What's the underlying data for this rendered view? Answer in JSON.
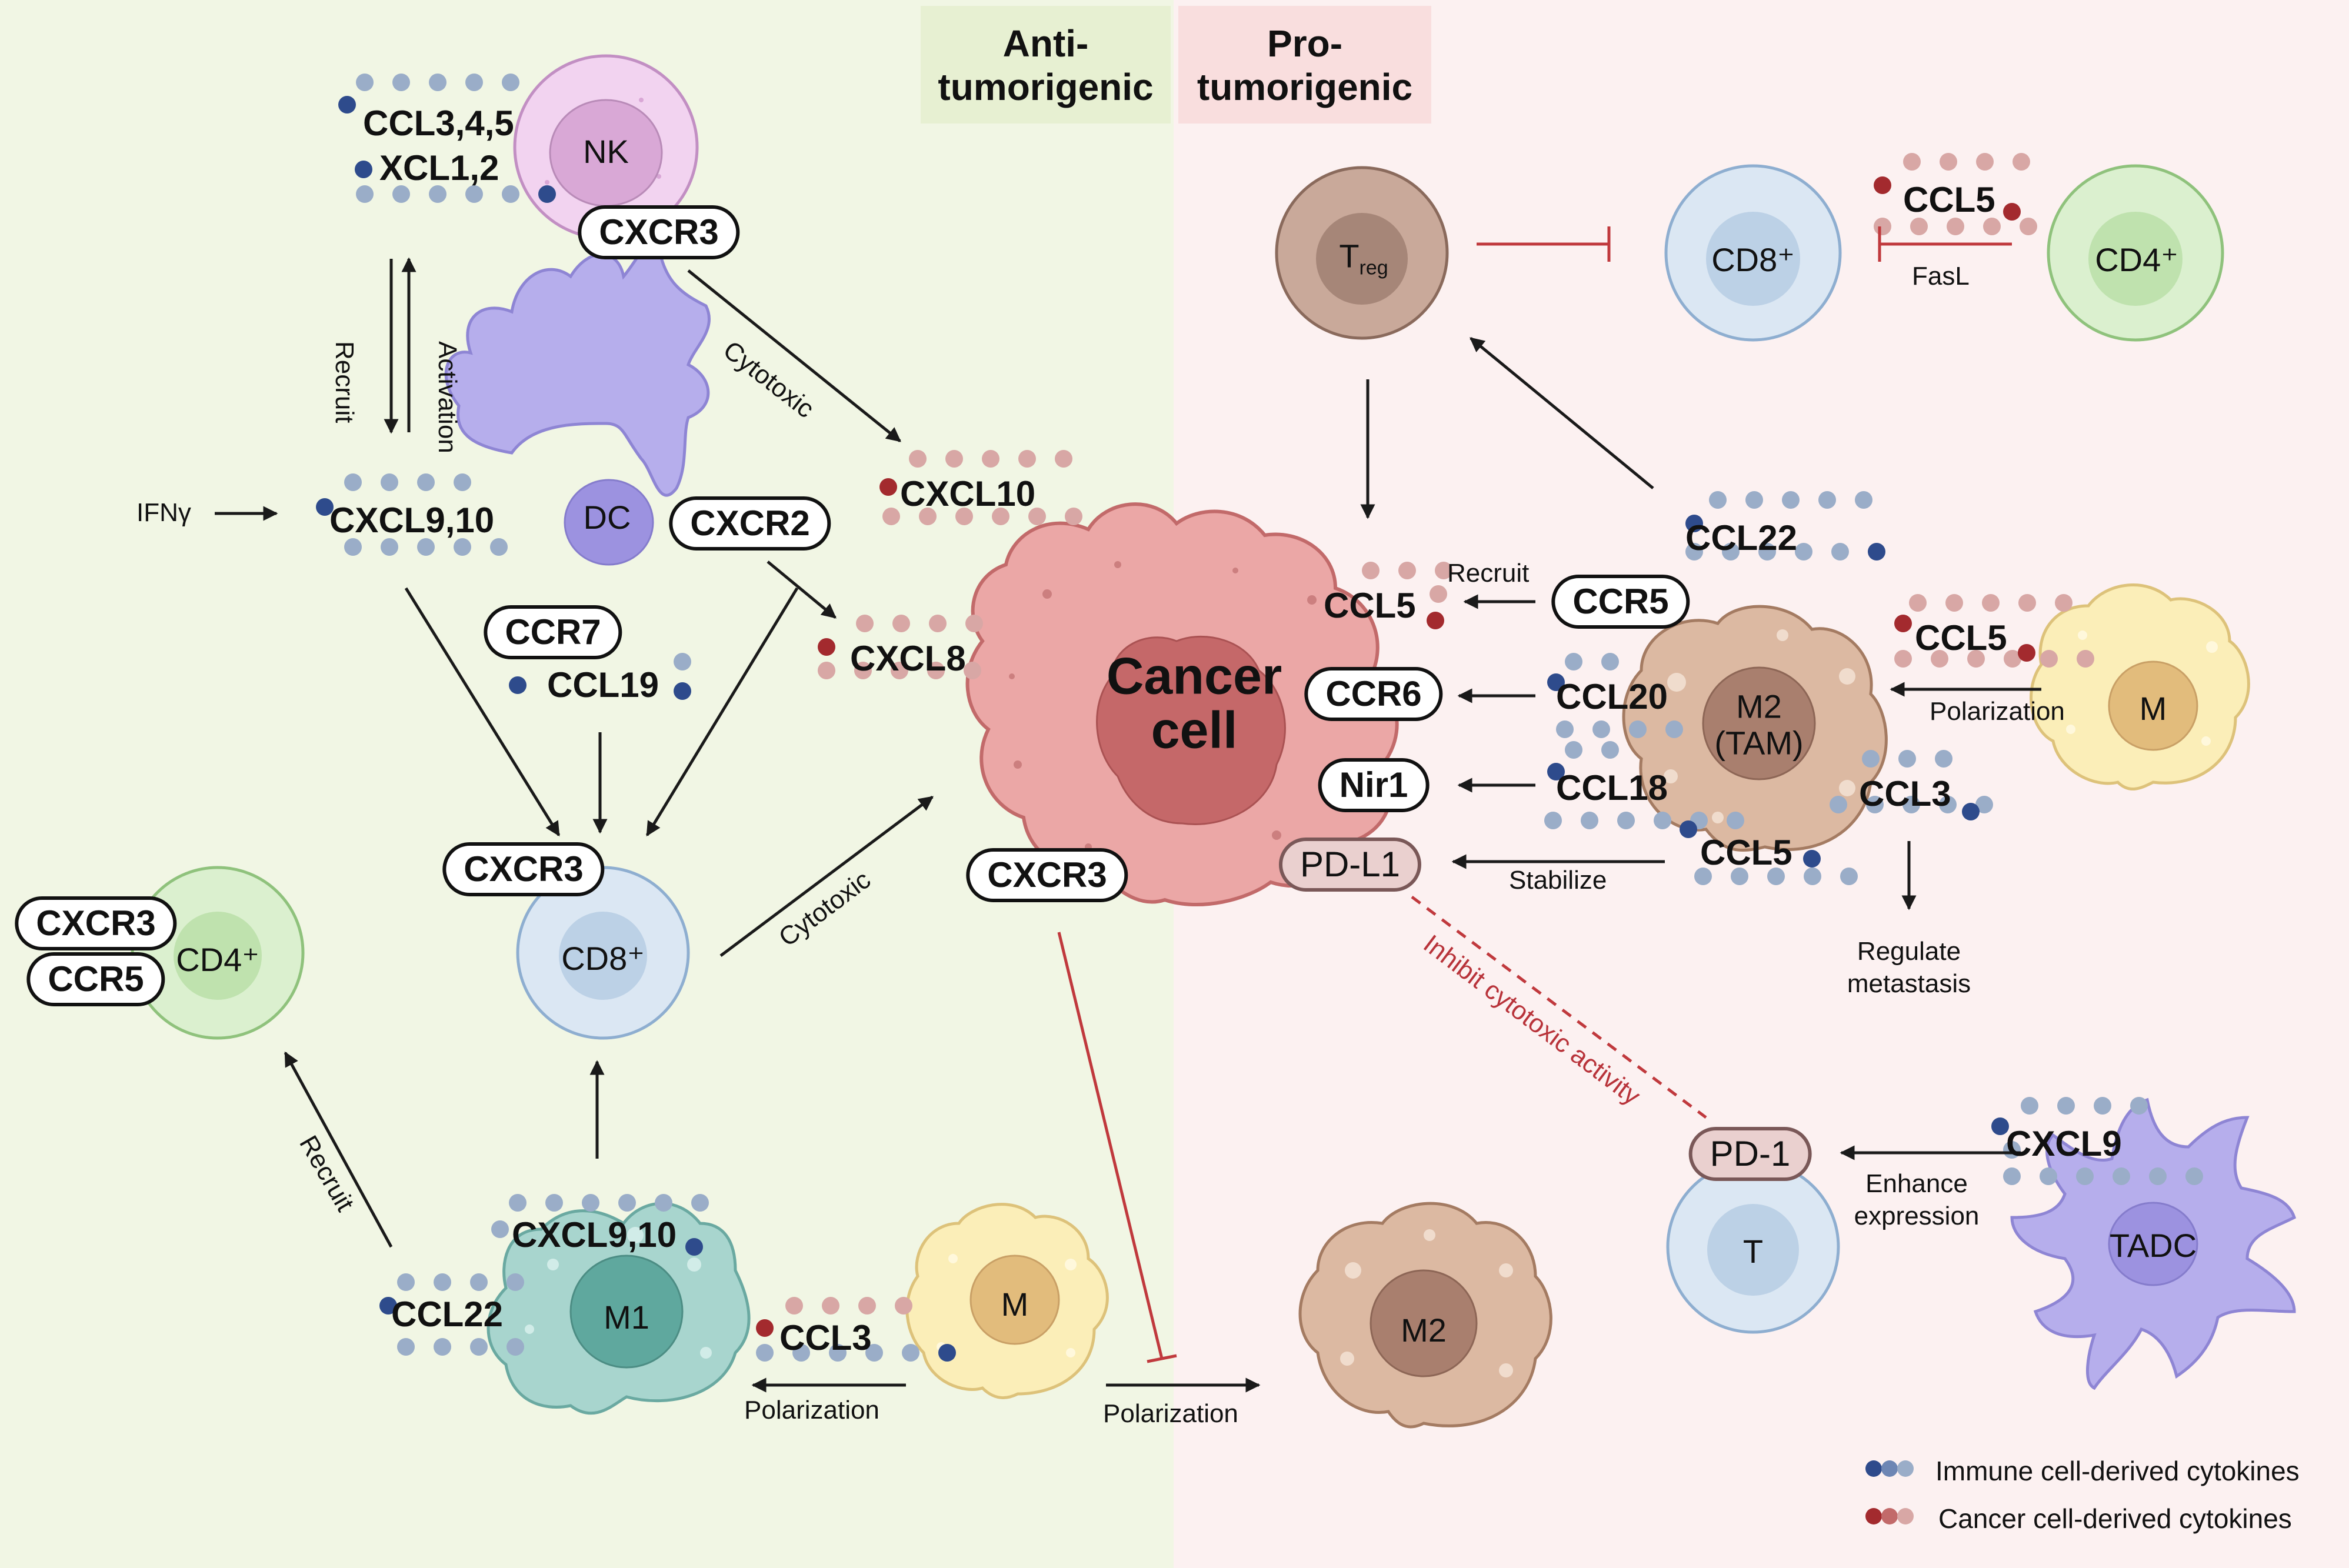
{
  "header": {
    "anti_line1": "Anti-",
    "anti_line2": "tumorigenic",
    "pro_line1": "Pro-",
    "pro_line2": "tumorigenic"
  },
  "cells": {
    "nk": "NK",
    "dc": "DC",
    "cd8_left": "CD8⁺",
    "cd4_left": "CD4⁺",
    "m1": "M1",
    "m_bottom": "M",
    "m2_bottom": "M2",
    "cancer_line1": "Cancer",
    "cancer_line2": "cell",
    "treg_main": "T",
    "treg_sub": "reg",
    "cd8_right": "CD8⁺",
    "cd4_right": "CD4⁺",
    "m2_tam_line1": "M2",
    "m2_tam_line2": "(TAM)",
    "m_right": "M",
    "t_cell": "T",
    "tadc": "TADC"
  },
  "cytokines": {
    "ccl345": "CCL3,4,5",
    "xcl12": "XCL1,2",
    "cxcl910_top": "CXCL9,10",
    "ccl19": "CCL19",
    "cxcl10": "CXCL10",
    "cxcl8": "CXCL8",
    "cxcl910_bottom": "CXCL9,10",
    "ccl22_left": "CCL22",
    "ccl3_bottom": "CCL3",
    "ccl5_top_right": "CCL5",
    "ccl22_right": "CCL22",
    "ccl5_recruit": "CCL5",
    "ccl5_polar": "CCL5",
    "ccl20": "CCL20",
    "ccl18": "CCL18",
    "ccl3_right": "CCL3",
    "ccl5_stab": "CCL5",
    "cxcl9": "CXCL9"
  },
  "receptors": {
    "cxcr3_nk": "CXCR3",
    "cxcr2": "CXCR2",
    "ccr7": "CCR7",
    "cxcr3_cd8": "CXCR3",
    "cxcr3_cd4": "CXCR3",
    "ccr5_cd4": "CCR5",
    "cxcr3_cancer": "CXCR3",
    "ccr5_right": "CCR5",
    "ccr6": "CCR6",
    "nir1": "Nir1",
    "pdl1": "PD-L1",
    "pd1": "PD-1"
  },
  "arrows": {
    "recruit_vertical": "Recruit",
    "activation": "Activation",
    "cytotoxic_nk": "Cytotoxic",
    "ifng": "IFNγ",
    "cytotoxic_cd8": "Cytotoxic",
    "recruit_cd4": "Recruit",
    "polarization_m1": "Polarization",
    "polarization_m2": "Polarization",
    "fasl": "FasL",
    "recruit_ccl5": "Recruit",
    "polarization_right": "Polarization",
    "stabilize": "Stabilize",
    "regulate_line1": "Regulate",
    "regulate_line2": "metastasis",
    "inhibit": "Inhibit cytotoxic activity",
    "enhance_line1": "Enhance",
    "enhance_line2": "expression"
  },
  "legend": {
    "immune": "Immune cell-derived cytokines",
    "cancer": "Cancer cell-derived cytokines"
  },
  "colors": {
    "anti_bg": "#f1f6e4",
    "pro_bg": "#fcf1f1",
    "anti_header_bg": "#e7f0d2",
    "pro_header_bg": "#f9dede",
    "immune_dark": "#2e4b8c",
    "immune_light": "#9aadc8",
    "cancer_dark": "#a32a2e",
    "cancer_light": "#d8a7a5",
    "inhibit_red": "#c0393d"
  }
}
